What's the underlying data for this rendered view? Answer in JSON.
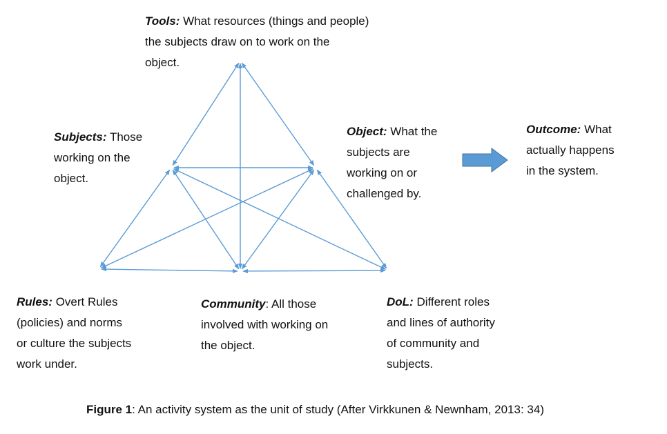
{
  "nodes": {
    "tools": {
      "term": "Tools:",
      "desc": "What resources (things and people)",
      "desc2": "the subjects draw on to work on the",
      "desc3": "object."
    },
    "subjects": {
      "term": "Subjects:",
      "desc": "Those",
      "desc2": "working on the",
      "desc3": "object."
    },
    "object": {
      "term": "Object:",
      "desc": "What the",
      "desc2": "subjects are",
      "desc3": "working on or",
      "desc4": "challenged by."
    },
    "outcome": {
      "term": "Outcome:",
      "desc": "What",
      "desc2": "actually happens",
      "desc3": "in the system."
    },
    "rules": {
      "term": "Rules:",
      "desc": "Overt Rules",
      "desc2": "(policies) and norms",
      "desc3": "or culture the subjects",
      "desc4": "work under."
    },
    "community": {
      "term": "Community",
      "desc": ": All those",
      "desc2": "involved with working on",
      "desc3": "the object."
    },
    "dol": {
      "term": "DoL:",
      "desc": "Different roles",
      "desc2": "and lines of authority",
      "desc3": "of community and",
      "desc4": "subjects."
    }
  },
  "connections": [
    [
      "tools",
      "subjects"
    ],
    [
      "tools",
      "object"
    ],
    [
      "tools",
      "community"
    ],
    [
      "subjects",
      "object"
    ],
    [
      "subjects",
      "rules"
    ],
    [
      "subjects",
      "community"
    ],
    [
      "subjects",
      "dol"
    ],
    [
      "object",
      "rules"
    ],
    [
      "object",
      "community"
    ],
    [
      "object",
      "dol"
    ],
    [
      "rules",
      "community"
    ],
    [
      "community",
      "dol"
    ]
  ],
  "colors": {
    "arrow": "#5b9bd5",
    "outcome_arrow": "#5b9bd5"
  },
  "caption": {
    "label": "Figure 1",
    "text": ": An activity system as the unit of study (After Virkkunen & Newnham, 2013: 34)"
  }
}
